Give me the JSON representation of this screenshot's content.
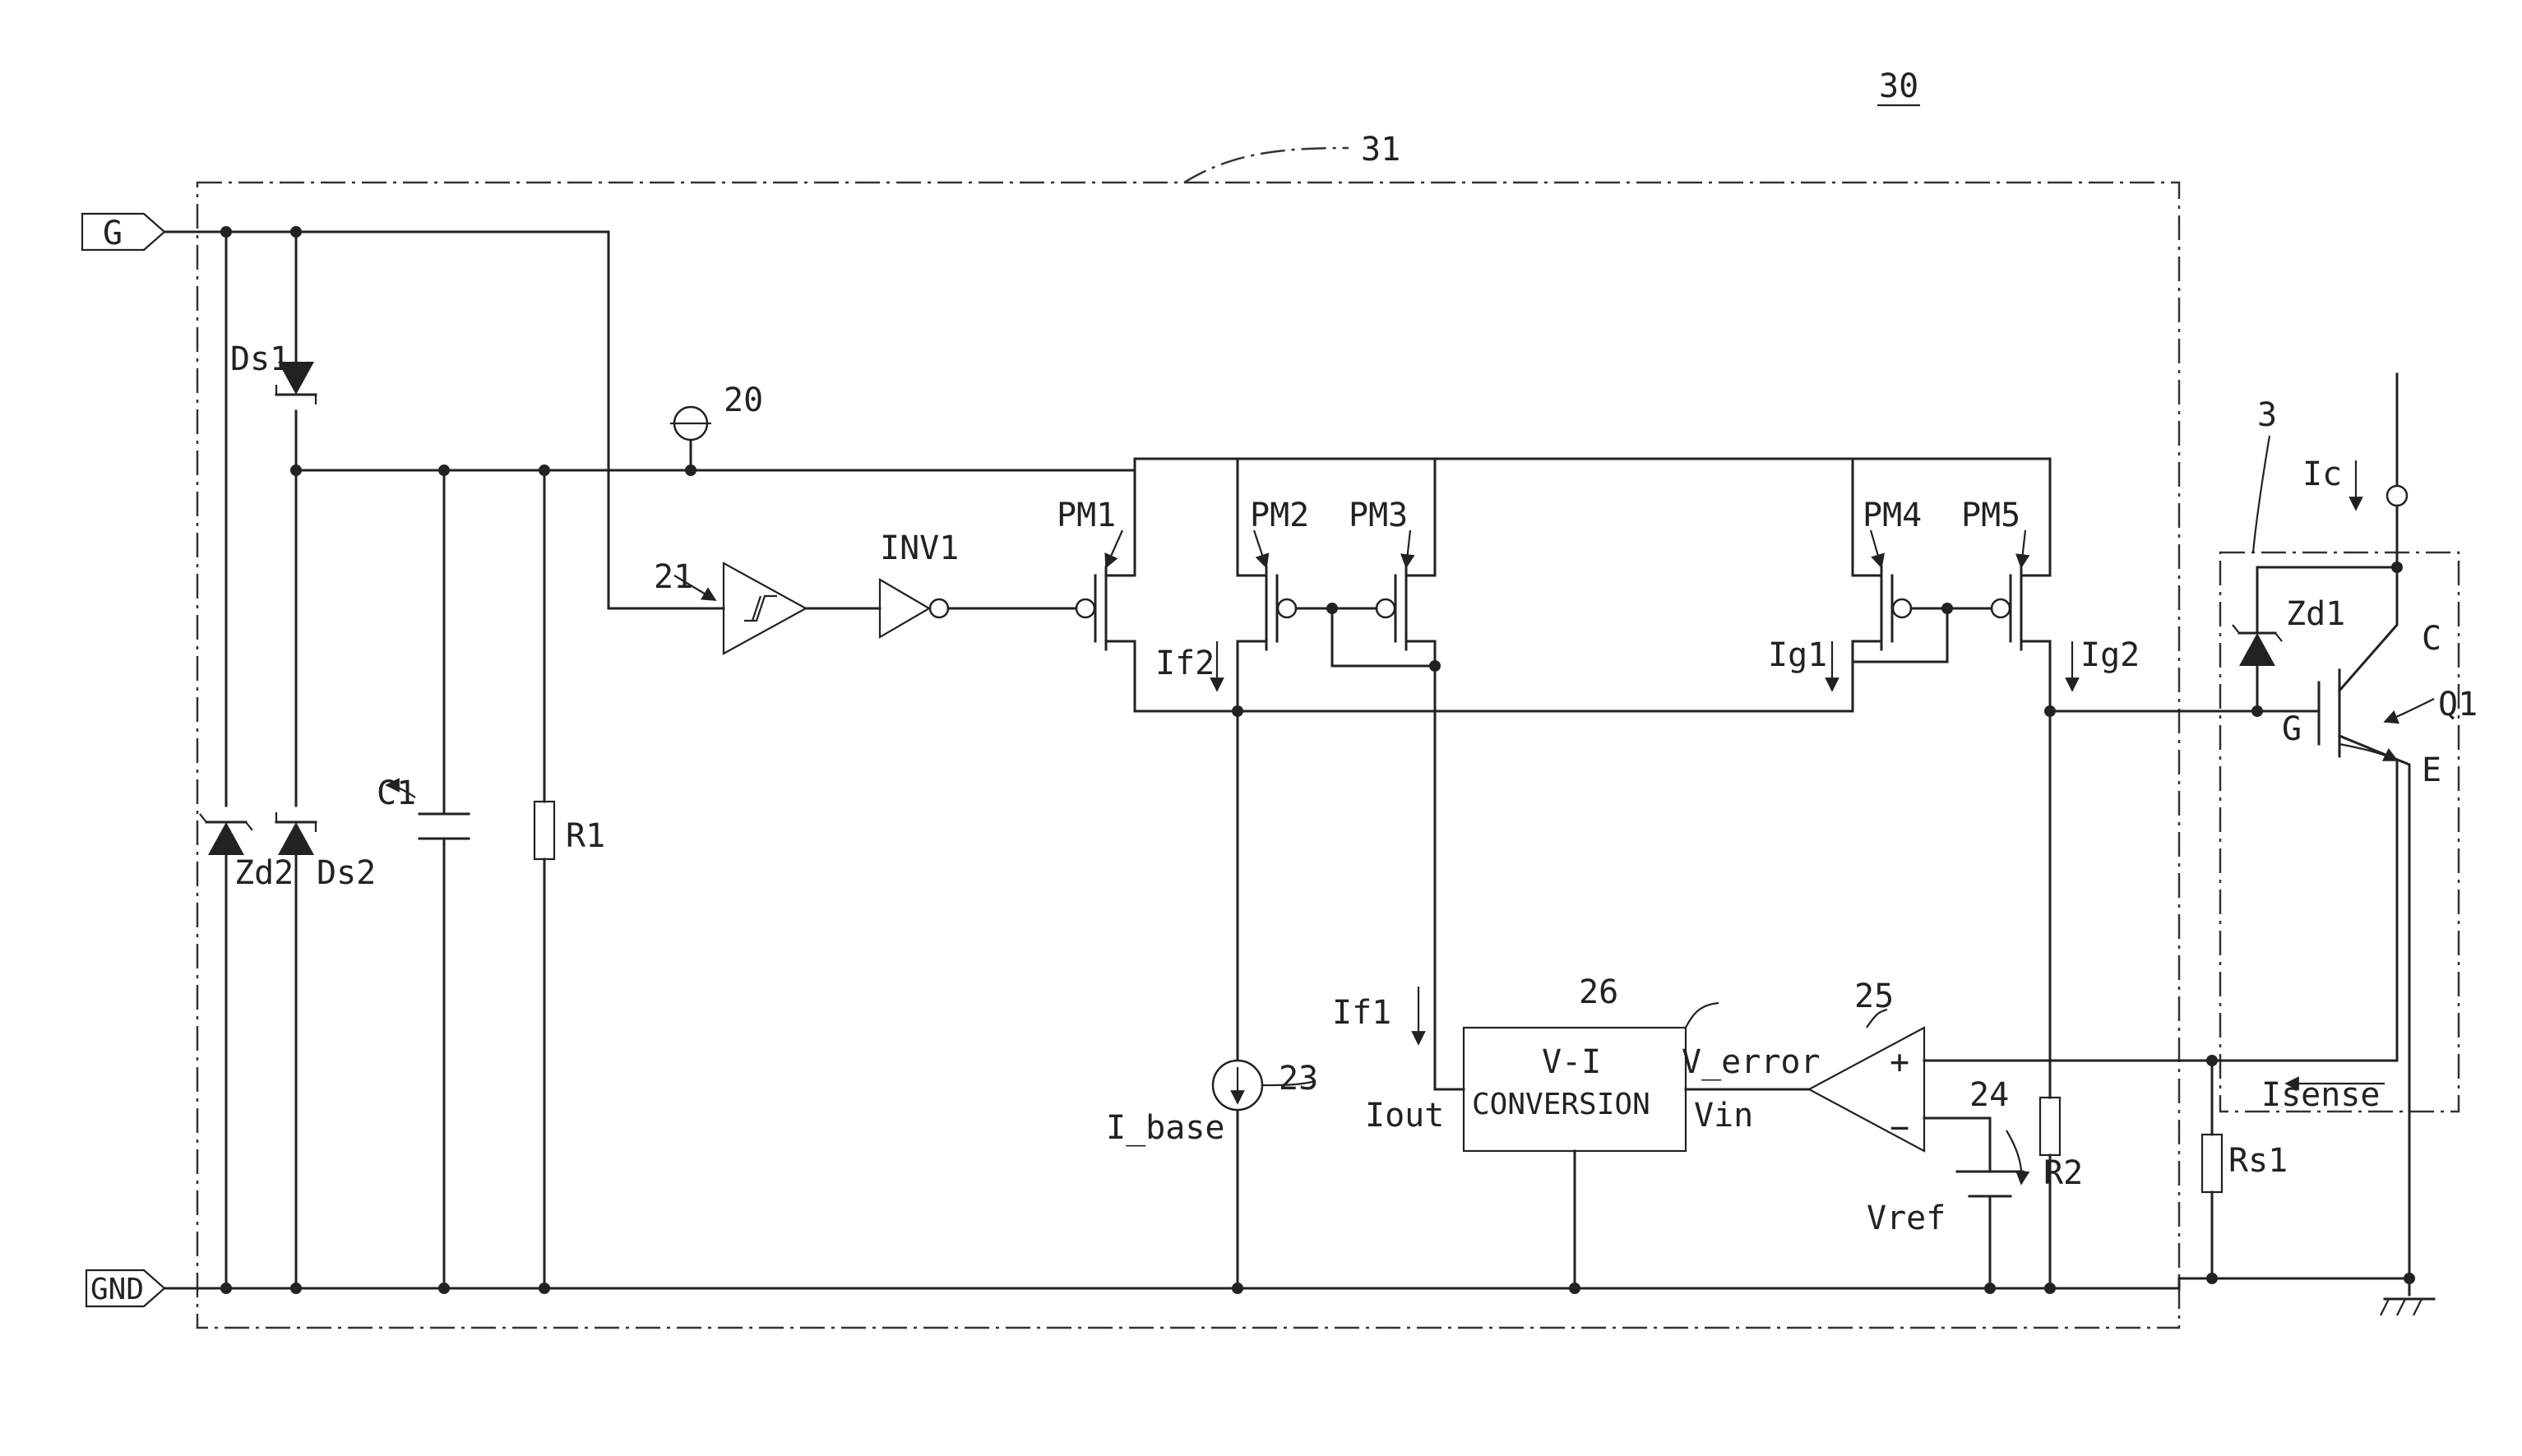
{
  "figure": {
    "number": "30",
    "block_label": "31",
    "main_switch_label": "3"
  },
  "terminals": {
    "gate": "G",
    "ground": "GND"
  },
  "components": {
    "ds1": "Ds1",
    "ds2": "Ds2",
    "zd2": "Zd2",
    "zd1": "Zd1",
    "c1": "C1",
    "r1": "R1",
    "r2": "R2",
    "rs1": "Rs1",
    "supply_node": "20",
    "schmitt_buffer": "21",
    "inverter": "INV1",
    "pm1": "PM1",
    "pm2": "PM2",
    "pm3": "PM3",
    "pm4": "PM4",
    "pm5": "PM5",
    "current_source": "23",
    "vref_num": "24",
    "opamp": "25",
    "vi_block_num": "26",
    "vi_line1": "V-I",
    "vi_line2": "CONVERSION",
    "transistor": "Q1"
  },
  "signals": {
    "if1": "If1",
    "if2": "If2",
    "ig1": "Ig1",
    "ig2": "Ig2",
    "ic": "Ic",
    "i_base": "I_base",
    "iout": "Iout",
    "vin": "Vin",
    "v_error": "V_error",
    "vref": "Vref",
    "isense": "Isense",
    "q1_c": "C",
    "q1_g": "G",
    "q1_e": "E",
    "plus": "+",
    "minus": "−"
  }
}
